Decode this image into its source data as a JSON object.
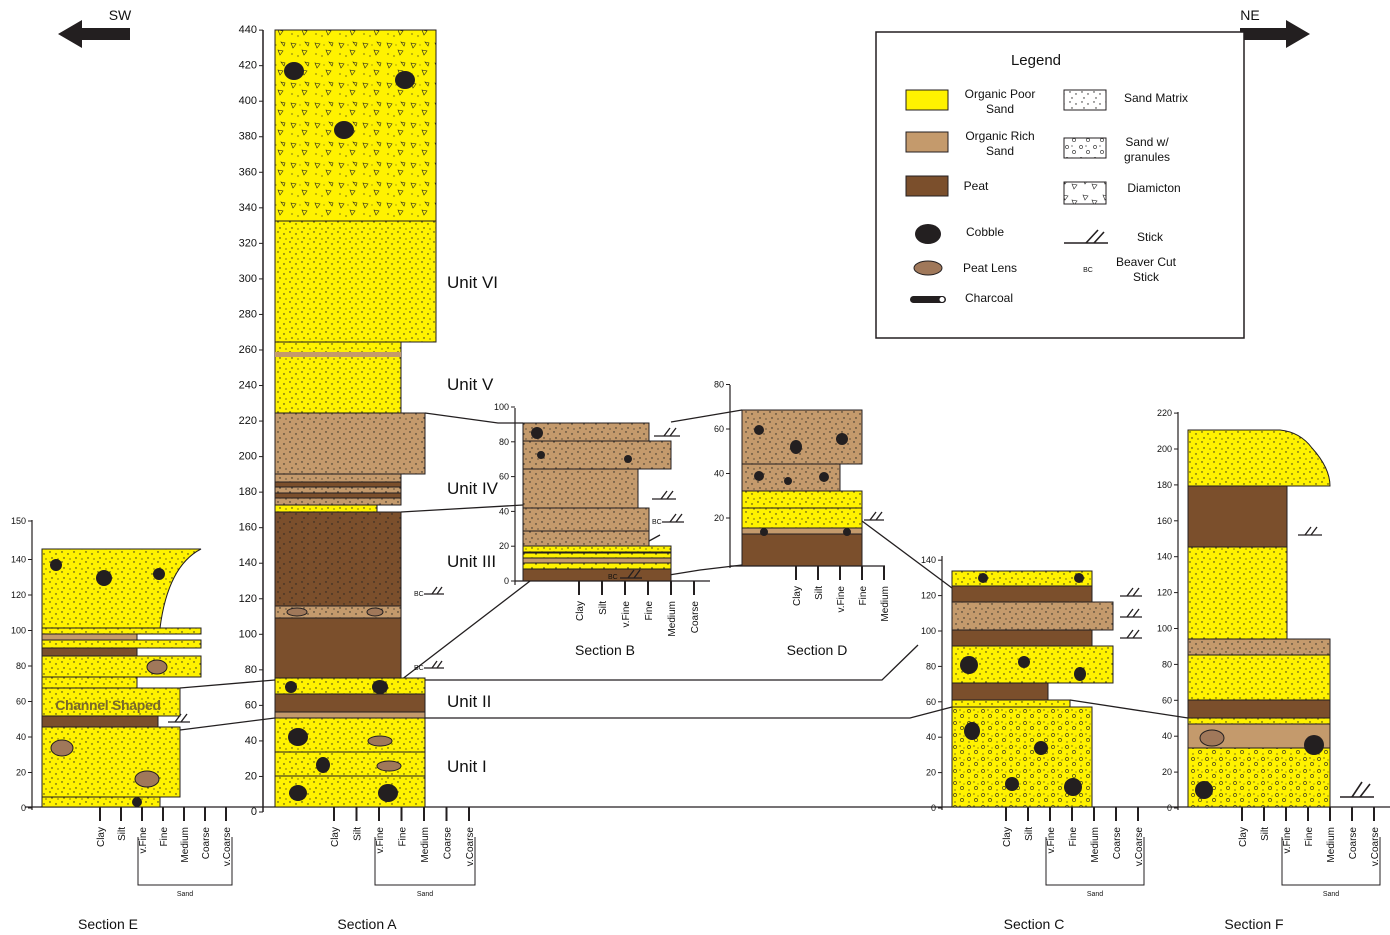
{
  "direction": {
    "left": "SW",
    "right": "NE"
  },
  "legend": {
    "title": "Legend",
    "items": {
      "organic_poor_sand": [
        "Organic Poor",
        "Sand"
      ],
      "organic_rich_sand": [
        "Organic Rich",
        "Sand"
      ],
      "peat": [
        "Peat"
      ],
      "cobble": [
        "Cobble"
      ],
      "peat_lens": [
        "Peat Lens"
      ],
      "charcoal": [
        "Charcoal"
      ],
      "sand_matrix": [
        "Sand Matrix"
      ],
      "sand_granules": [
        "Sand w/",
        "granules"
      ],
      "diamicton": [
        "Diamicton"
      ],
      "stick": [
        "Stick"
      ],
      "beaver_cut": [
        "Beaver Cut",
        "Stick"
      ],
      "bc_abbr": "BC"
    }
  },
  "units": [
    "Unit VI",
    "Unit V",
    "Unit IV",
    "Unit III",
    "Unit II",
    "Unit I"
  ],
  "annotations": {
    "channel": "Channel Shaped",
    "bc": "BC"
  },
  "grain_size": {
    "full": [
      "Clay",
      "Silt",
      "v.Fine",
      "Fine",
      "Medium",
      "Coarse",
      "v.Coarse"
    ],
    "b": [
      "Clay",
      "Silt",
      "v.Fine",
      "Fine",
      "Medium",
      "Coarse"
    ],
    "d": [
      "Clay",
      "Silt",
      "v.Fine",
      "Fine",
      "Medium"
    ],
    "sand": "Sand"
  },
  "sections": {
    "A": {
      "name": "Section A",
      "ticks": [
        "0",
        "20",
        "40",
        "60",
        "80",
        "100",
        "120",
        "140",
        "160",
        "180",
        "200",
        "220",
        "240",
        "260",
        "280",
        "300",
        "320",
        "340",
        "360",
        "380",
        "400",
        "420",
        "440"
      ]
    },
    "B": {
      "name": "Section B",
      "ticks": [
        "0",
        "20",
        "40",
        "60",
        "80",
        "100"
      ]
    },
    "C": {
      "name": "Section C",
      "ticks": [
        "0",
        "20",
        "40",
        "60",
        "80",
        "100",
        "120",
        "140"
      ]
    },
    "D": {
      "name": "Section D",
      "ticks": [
        "20",
        "40",
        "60",
        "80"
      ]
    },
    "E": {
      "name": "Section E",
      "ticks": [
        "0",
        "20",
        "40",
        "60",
        "80",
        "100",
        "120",
        "140",
        "150"
      ]
    },
    "F": {
      "name": "Section F",
      "ticks": [
        "0",
        "20",
        "40",
        "60",
        "80",
        "100",
        "120",
        "140",
        "160",
        "180",
        "200",
        "220"
      ]
    }
  },
  "colors": {
    "organic_poor_sand": "#FFF200",
    "organic_rich_sand": "#C49A6C",
    "peat": "#7B4F2C",
    "outline": "#231F20"
  }
}
